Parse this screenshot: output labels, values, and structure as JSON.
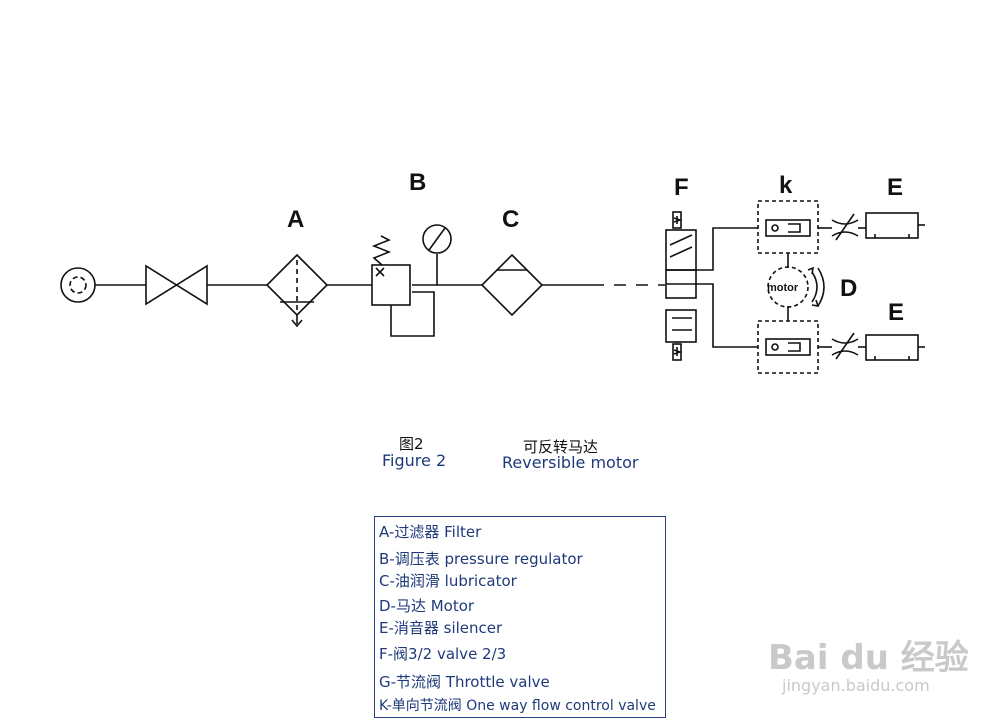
{
  "labels": {
    "A": "A",
    "B": "B",
    "C": "C",
    "D": "D",
    "E1": "E",
    "E2": "E",
    "F": "F",
    "K": "k",
    "motor": "motor"
  },
  "caption": {
    "figure_cn": "图2",
    "figure_en": "Figure 2",
    "motor_cn": "可反转马达",
    "motor_en": "Reversible motor"
  },
  "legend": [
    "A-过滤器  Filter",
    "B-调压表 pressure regulator",
    "C-油润滑 lubricator",
    "D-马达 Motor",
    "E-消音器 silencer",
    "F-阀3/2  valve 2/3",
    "G-节流阀 Throttle valve",
    "K-单向节流阀 One way flow control valve"
  ],
  "watermark": {
    "brand": "Bai du 经验",
    "url": "jingyan.baidu.com"
  },
  "colors": {
    "line": "#111111",
    "caption_blue": "#1f3a7a",
    "legend_border": "#2a3f7f"
  }
}
